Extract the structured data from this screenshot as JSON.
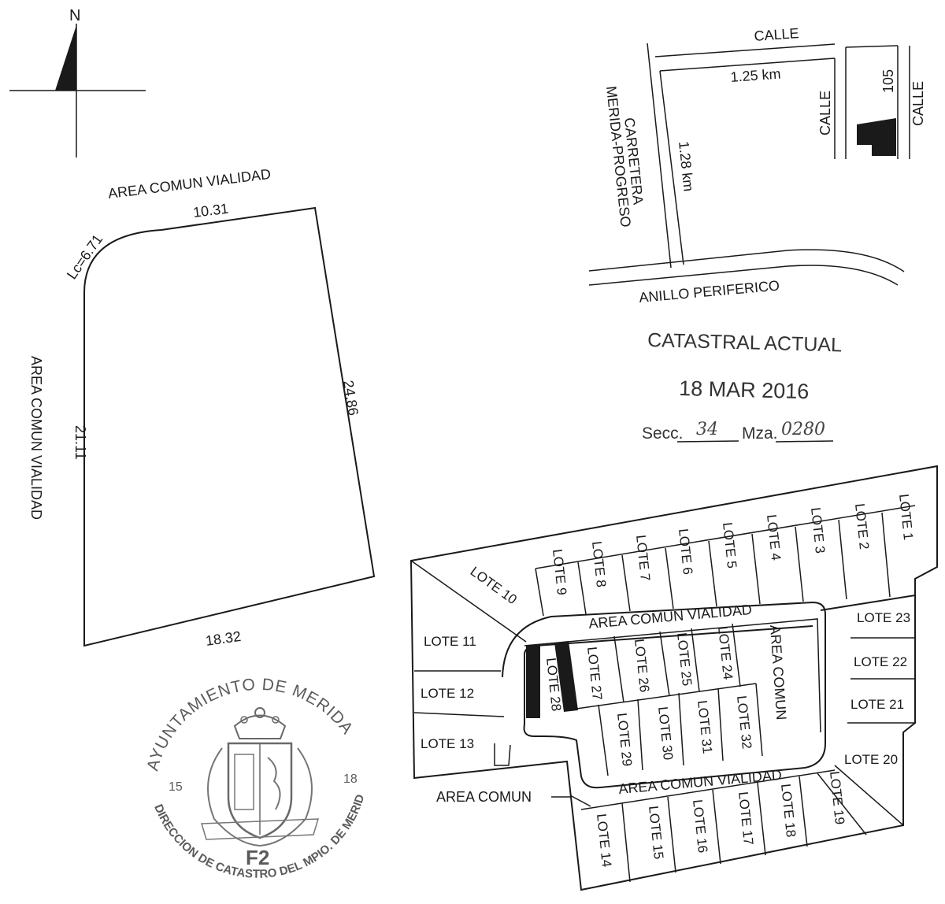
{
  "north": {
    "label": "N"
  },
  "parcel": {
    "top_label": "AREA COMUN VIALIDAD",
    "left_label": "AREA COMUN VIALIDAD",
    "dim_top": "10.31",
    "dim_arc": "Lc=6.71",
    "dim_right": "24.86",
    "dim_left": "21.11",
    "dim_bottom": "18.32"
  },
  "location": {
    "calle_top": "CALLE",
    "dist_h": "1.25 km",
    "calle_mid": "CALLE",
    "num": "105",
    "calle_right": "CALLE",
    "carretera_1": "CARRETERA",
    "carretera_2": "MERIDA-PROGRESO",
    "dist_v": "1.28 km",
    "periferico": "ANILLO PERIFERICO"
  },
  "cadastral": {
    "title": "CATASTRAL ACTUAL",
    "date": "18 MAR 2016",
    "secc_label": "Secc.",
    "secc_value": "34",
    "mza_label": "Mza.",
    "mza_value": "0280"
  },
  "subdivision": {
    "top_lots": [
      "LOTE 1",
      "LOTE 2",
      "LOTE 3",
      "LOTE 4",
      "LOTE 5",
      "LOTE 6",
      "LOTE 7",
      "LOTE 8",
      "LOTE 9"
    ],
    "lote10": "LOTE 10",
    "left_lots": [
      "LOTE 11",
      "LOTE 12",
      "LOTE 13"
    ],
    "right_lots": [
      "LOTE 23",
      "LOTE 22",
      "LOTE 21",
      "LOTE 20"
    ],
    "bottom_lots": [
      "LOTE 14",
      "LOTE 15",
      "LOTE 16",
      "LOTE 17",
      "LOTE 18",
      "LOTE 19"
    ],
    "inner_upper": [
      "LOTE 28",
      "LOTE 27",
      "LOTE 26",
      "LOTE 25",
      "LOTE 24"
    ],
    "inner_lower": [
      "LOTE 29",
      "LOTE 30",
      "LOTE 31",
      "LOTE 32"
    ],
    "road_top": "AREA COMUN VIALIDAD",
    "road_bottom": "AREA COMUN VIALIDAD",
    "area_comun_inner": "AREA COMUN",
    "area_comun_callout": "AREA COMUN"
  },
  "seal": {
    "arc_text": "AYUNTAMIENTO DE MERIDA",
    "left_num": "15",
    "right_num": "18",
    "bottom_text": "DIRECCION DE CATASTRO DEL MPIO. DE MERIDA",
    "code": "F2"
  }
}
